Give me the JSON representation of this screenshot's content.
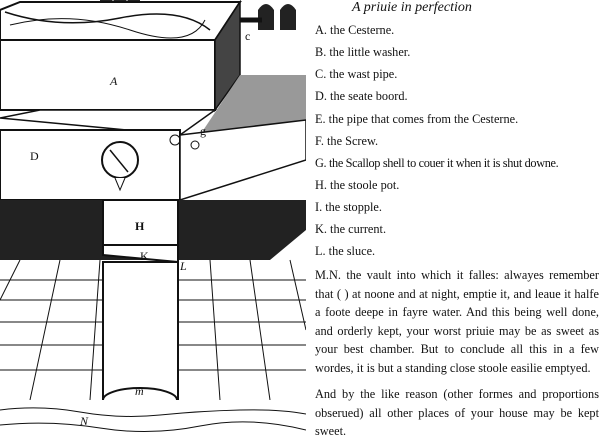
{
  "title": "A priuie in perfection",
  "legend": [
    "A. the Cesterne.",
    "B. the little washer.",
    "C. the wast pipe.",
    "D. the seate boord.",
    "E. the pipe that comes from the Cesterne.",
    "F. the Screw.",
    "G. the Scallop shell to couer it when it is shut downe.",
    "H. the stoole pot.",
    "I. the stopple.",
    "K. the current.",
    "L. the sluce."
  ],
  "paragraphs": [
    "M.N. the vault into which it falles: alwayes remember that ( ) at noone and at night, emptie it, and leaue it halfe a foote deepe in fayre water. And this being well done, and orderly kept, your worst priuie may be as sweet as your best chamber. But to conclude all this in a few wordes, it is but a standing close stoole easilie emptyed.",
    "And by the like reason (other formes and proportions obserued) all other places of your house may be kept sweet."
  ],
  "figure_labels": {
    "a": "A",
    "c": "c",
    "d": "D",
    "h": "H",
    "k": "K",
    "m": "m",
    "n": "N",
    "g": "g",
    "l": "L"
  }
}
